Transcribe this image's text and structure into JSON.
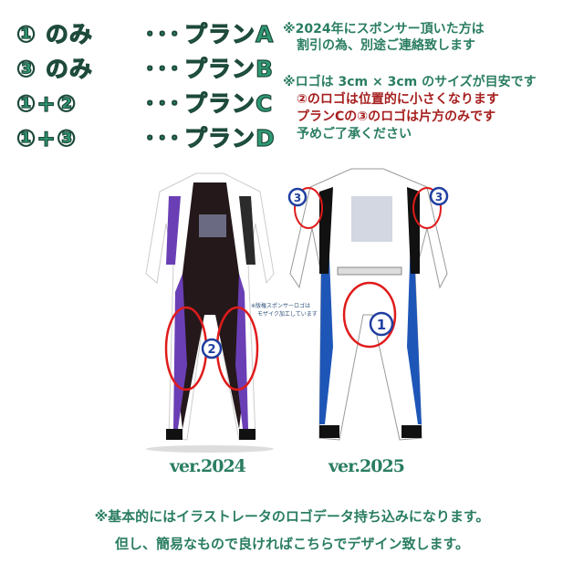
{
  "plans": [
    {
      "combo": "① のみ",
      "dots": "･･･",
      "label": "プランA"
    },
    {
      "combo": "③ のみ",
      "dots": "･･･",
      "label": "プランB"
    },
    {
      "combo": "①+②",
      "dots": "･･･",
      "label": "プランC"
    },
    {
      "combo": "①+③",
      "dots": "･･･",
      "label": "プランD"
    }
  ],
  "notes": {
    "discount_line1": "※2024年にスポンサー頂いた方は",
    "discount_line2": "割引の為、別途ご連絡致します",
    "size_line1": "※ロゴは 3cm × 3cm のサイズが目安です",
    "size_line2": "②のロゴは位置的に小さくなります",
    "size_line3": "プランCの③のロゴは片方のみです",
    "size_line4": "予めご了承ください"
  },
  "suits": {
    "left_version": "ver.2024",
    "right_version": "ver.2025",
    "mosaic_note_line1": "※版権スポンサーロゴは",
    "mosaic_note_line2": "モザイク加工しています",
    "markers": {
      "one": "1",
      "two": "2",
      "three": "3"
    }
  },
  "footer": {
    "line1": "※基本的にはイラストレータのロゴデータ持ち込みになります。",
    "line2": "但し、簡易なもので良ければこちらでデザイン致します。"
  },
  "colors": {
    "green": "#2f9a74",
    "red": "#a61f1f",
    "marker_red": "#e01b1b",
    "marker_blue": "#1f3fa0",
    "purple": "#6a3fb5"
  }
}
